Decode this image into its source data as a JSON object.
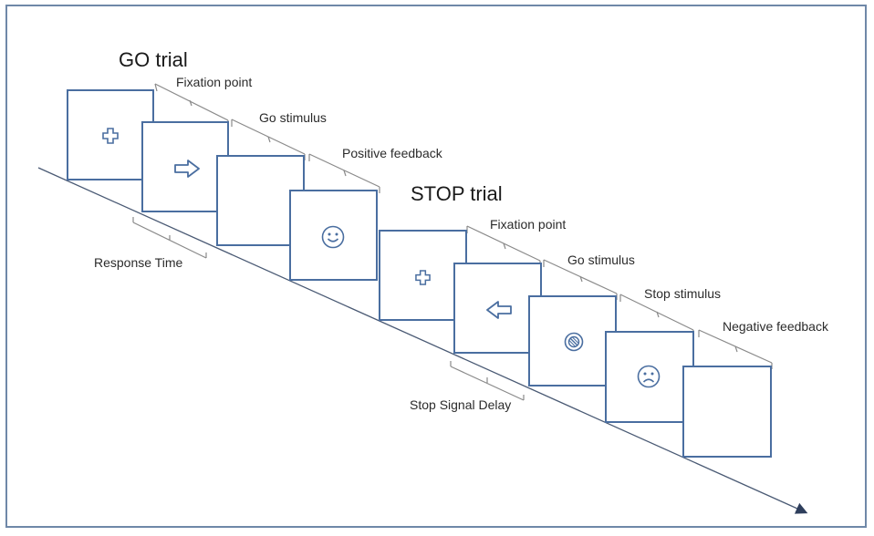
{
  "go_trial": {
    "title": "GO trial",
    "labels": {
      "fixation": "Fixation point",
      "go_stimulus": "Go stimulus",
      "feedback": "Positive feedback",
      "response_time": "Response Time"
    },
    "screens": [
      {
        "name": "fixation-screen",
        "icon": "plus-icon"
      },
      {
        "name": "go-stimulus-screen",
        "icon": "right-arrow-icon"
      },
      {
        "name": "blank-screen",
        "icon": "none"
      },
      {
        "name": "positive-feedback-screen",
        "icon": "smiley-icon"
      }
    ]
  },
  "stop_trial": {
    "title": "STOP trial",
    "labels": {
      "fixation": "Fixation point",
      "go_stimulus": "Go stimulus",
      "stop_stimulus": "Stop stimulus",
      "feedback": "Negative feedback",
      "stop_signal_delay": "Stop Signal Delay"
    },
    "screens": [
      {
        "name": "fixation-screen",
        "icon": "plus-icon"
      },
      {
        "name": "go-stimulus-screen",
        "icon": "left-arrow-icon"
      },
      {
        "name": "stop-stimulus-screen",
        "icon": "stop-sign-icon"
      },
      {
        "name": "frown-screen",
        "icon": "frown-icon"
      },
      {
        "name": "negative-feedback-screen",
        "icon": "none"
      }
    ]
  },
  "colors": {
    "box_border": "#4a6ea0",
    "icon": "#4a6ea0",
    "line": "#4a5a74",
    "bracket": "#8a8a8a",
    "frame": "#6f88a8"
  }
}
